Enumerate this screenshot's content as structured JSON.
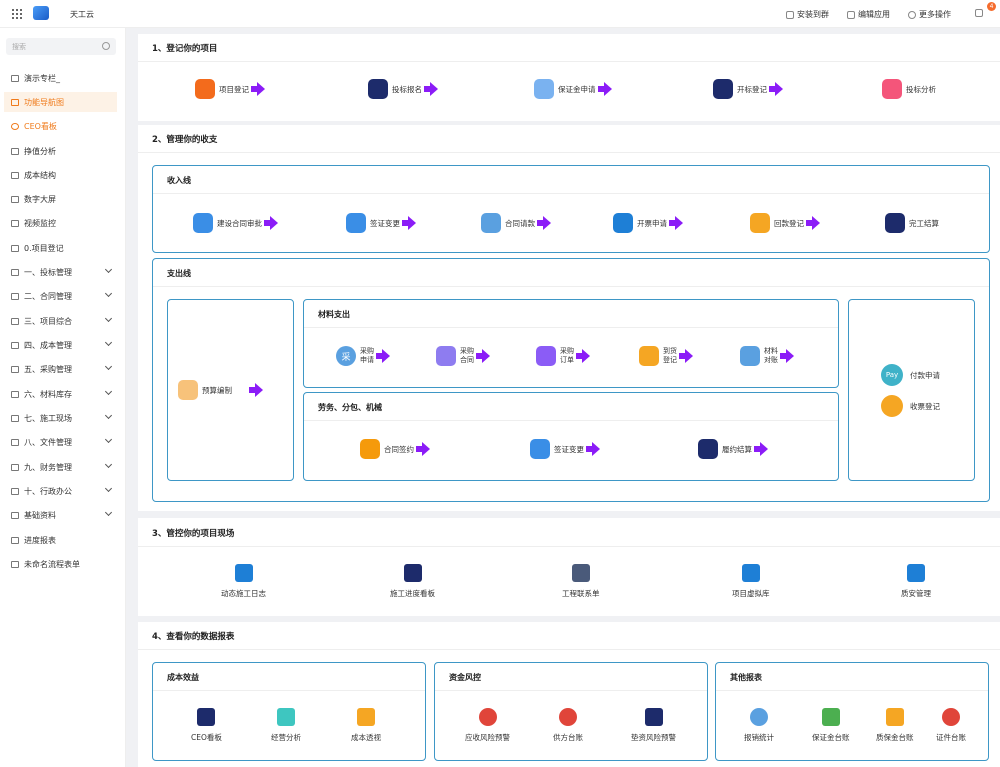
{
  "topbar": {
    "app_name": "天工云",
    "actions": [
      {
        "label": "安装到群",
        "icon": "grid-plus-icon"
      },
      {
        "label": "编辑应用",
        "icon": "edit-icon"
      },
      {
        "label": "更多操作",
        "icon": "more-icon"
      }
    ],
    "notification_count": "4"
  },
  "sidebar": {
    "search_placeholder": "搜索",
    "items": [
      {
        "label": "演示专栏_",
        "icon": "calendar-icon"
      },
      {
        "label": "功能导航图",
        "icon": "calendar-icon",
        "active": true
      },
      {
        "label": "CEO看板",
        "icon": "dashboard-icon"
      },
      {
        "label": "挣值分析",
        "icon": "home-icon"
      },
      {
        "label": "成本结构",
        "icon": "document-icon"
      },
      {
        "label": "数字大屏",
        "icon": "screen-icon"
      },
      {
        "label": "视频监控",
        "icon": "calendar-icon"
      },
      {
        "label": "0.项目登记",
        "icon": "form-icon"
      },
      {
        "label": "一、投标管理",
        "icon": "folder-icon"
      },
      {
        "label": "二、合同管理",
        "icon": "folder-icon"
      },
      {
        "label": "三、项目综合",
        "icon": "folder-icon"
      },
      {
        "label": "四、成本管理",
        "icon": "folder-icon"
      },
      {
        "label": "五、采购管理",
        "icon": "folder-icon"
      },
      {
        "label": "六、材料库存",
        "icon": "folder-icon"
      },
      {
        "label": "七、施工现场",
        "icon": "folder-icon"
      },
      {
        "label": "八、文件管理",
        "icon": "folder-icon"
      },
      {
        "label": "九、财务管理",
        "icon": "folder-icon"
      },
      {
        "label": "十、行政办公",
        "icon": "folder-icon"
      },
      {
        "label": "基础资料",
        "icon": "folder-icon"
      },
      {
        "label": "进度报表",
        "icon": "report-icon"
      },
      {
        "label": "未命名流程表单",
        "icon": "flow-icon"
      }
    ]
  },
  "section1": {
    "title": "1、登记你的项目",
    "items": [
      {
        "label": "项目登记",
        "icon": "project-register-icon",
        "color": "#f36b1c"
      },
      {
        "label": "投标报名",
        "icon": "target-icon",
        "color": "#1d2b6b"
      },
      {
        "label": "保证金申请",
        "icon": "shield-money-icon",
        "color": "#7ab2f0"
      },
      {
        "label": "开标登记",
        "icon": "edit-doc-icon",
        "color": "#1d2b6b"
      },
      {
        "label": "投标分析",
        "icon": "chart-icon",
        "color": "#f4557a"
      }
    ]
  },
  "section2": {
    "title": "2、管理你的收支",
    "income": {
      "title": "收入线",
      "items": [
        {
          "label": "建设合同审批",
          "icon": "contract-icon",
          "color": "#3a8ee6"
        },
        {
          "label": "签证变更",
          "icon": "exchange-icon",
          "color": "#3a8ee6"
        },
        {
          "label": "合同请款",
          "icon": "scale-icon",
          "color": "#5aa0e0"
        },
        {
          "label": "开票申请",
          "icon": "printer-icon",
          "color": "#1e7fd6"
        },
        {
          "label": "回款登记",
          "icon": "money-icon",
          "color": "#f5a623"
        },
        {
          "label": "完工结算",
          "icon": "stamp-icon",
          "color": "#1d2b6b"
        }
      ]
    },
    "expense": {
      "title": "支出线",
      "budget": {
        "label": "预算编制",
        "icon": "budget-scale-icon",
        "color": "#f7c27a"
      },
      "material": {
        "title": "材料支出",
        "items": [
          {
            "label1": "采购",
            "label2": "申请",
            "icon": "purchase-icon",
            "color": "#5aa0e0",
            "glyph": "采"
          },
          {
            "label1": "采购",
            "label2": "合同",
            "icon": "purchase-contract-icon",
            "color": "#8e7cf0",
            "glyph": ""
          },
          {
            "label1": "采购",
            "label2": "订单",
            "icon": "truck-icon",
            "color": "#8b5cf6",
            "glyph": ""
          },
          {
            "label1": "到货",
            "label2": "登记",
            "icon": "box-icon",
            "color": "#f5a623",
            "glyph": ""
          },
          {
            "label1": "材料",
            "label2": "对账",
            "icon": "reconcile-icon",
            "color": "#5aa0e0",
            "glyph": ""
          }
        ]
      },
      "labor": {
        "title": "劳务、分包、机械",
        "items": [
          {
            "label": "合同签约",
            "icon": "network-icon",
            "color": "#f59a0b"
          },
          {
            "label": "签证变更",
            "icon": "exchange-icon",
            "color": "#3a8ee6"
          },
          {
            "label": "履约结算",
            "icon": "calculator-icon",
            "color": "#1d2b6b"
          }
        ]
      },
      "payments": [
        {
          "label": "付款申请",
          "icon": "pay-icon",
          "color": "#3fb2c8",
          "glyph": "Pay"
        },
        {
          "label": "收票登记",
          "icon": "printer-icon",
          "color": "#f5a623",
          "glyph": ""
        }
      ]
    }
  },
  "section3": {
    "title": "3、管控你的项目现场",
    "items": [
      {
        "label": "动态施工日志",
        "icon": "worker-icon",
        "color": "#1e7fd6"
      },
      {
        "label": "施工进度看板",
        "icon": "construction-icon",
        "color": "#1d2b6b"
      },
      {
        "label": "工程联系单",
        "icon": "zip-doc-icon",
        "color": "#4a5a7a"
      },
      {
        "label": "项目虚拟库",
        "icon": "warehouse-icon",
        "color": "#1e7fd6"
      },
      {
        "label": "质安管理",
        "icon": "shield-icon",
        "color": "#1e7fd6"
      }
    ]
  },
  "section4": {
    "title": "4、查看你的数据报表",
    "groups": [
      {
        "title": "成本效益",
        "items": [
          {
            "label": "CEO看板",
            "icon": "bar-chart-icon",
            "color": "#1d2b6b"
          },
          {
            "label": "经营分析",
            "icon": "line-chart-icon",
            "color": "#3ec6c0"
          },
          {
            "label": "成本透视",
            "icon": "people-icon",
            "color": "#f5a623"
          }
        ]
      },
      {
        "title": "资金风控",
        "items": [
          {
            "label": "应收风险预警",
            "icon": "risk-stamp-icon",
            "color": "#e0453a"
          },
          {
            "label": "供方台账",
            "icon": "risk-stamp-icon",
            "color": "#e0453a"
          },
          {
            "label": "垫资风险预警",
            "icon": "alarm-icon",
            "color": "#1d2b6b"
          }
        ]
      },
      {
        "title": "其他报表",
        "items": [
          {
            "label": "报销统计",
            "icon": "pie-icon",
            "color": "#5aa0e0"
          },
          {
            "label": "保证金台账",
            "icon": "money-bag-icon",
            "color": "#4caf50"
          },
          {
            "label": "质保金台账",
            "icon": "safe-icon",
            "color": "#f5a623"
          },
          {
            "label": "证件台账",
            "icon": "certificate-icon",
            "color": "#e0453a"
          }
        ]
      }
    ]
  }
}
